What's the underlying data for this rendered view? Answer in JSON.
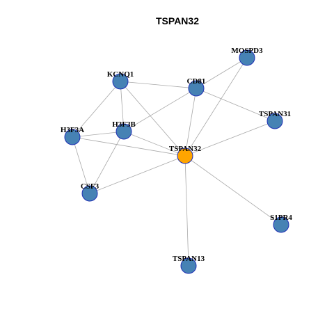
{
  "title": "TSPAN32",
  "colors": {
    "node_fill": "#4682b4",
    "center_fill": "#ffa500",
    "node_border": "#1f2fb5",
    "edge": "#a8a8a8"
  },
  "nodes": [
    {
      "id": "TSPAN32",
      "label": "TSPAN32",
      "center": true
    },
    {
      "id": "MOSPD3",
      "label": "MOSPD3"
    },
    {
      "id": "KCNQ1",
      "label": "KCNQ1"
    },
    {
      "id": "CD81",
      "label": "CD81"
    },
    {
      "id": "TSPAN31",
      "label": "TSPAN31"
    },
    {
      "id": "H3F3A",
      "label": "H3F3A"
    },
    {
      "id": "H3F3B",
      "label": "H3F3B"
    },
    {
      "id": "CSF3",
      "label": "CSF3"
    },
    {
      "id": "S1PR4",
      "label": "S1PR4"
    },
    {
      "id": "TSPAN13",
      "label": "TSPAN13"
    }
  ],
  "edges": [
    [
      "MOSPD3",
      "CD81"
    ],
    [
      "MOSPD3",
      "TSPAN32"
    ],
    [
      "KCNQ1",
      "CD81"
    ],
    [
      "KCNQ1",
      "H3F3A"
    ],
    [
      "KCNQ1",
      "H3F3B"
    ],
    [
      "KCNQ1",
      "TSPAN32"
    ],
    [
      "CD81",
      "TSPAN31"
    ],
    [
      "CD81",
      "H3F3B"
    ],
    [
      "CD81",
      "TSPAN32"
    ],
    [
      "TSPAN31",
      "TSPAN32"
    ],
    [
      "H3F3A",
      "H3F3B"
    ],
    [
      "H3F3A",
      "TSPAN32"
    ],
    [
      "H3F3A",
      "CSF3"
    ],
    [
      "H3F3B",
      "TSPAN32"
    ],
    [
      "H3F3B",
      "CSF3"
    ],
    [
      "CSF3",
      "TSPAN32"
    ],
    [
      "TSPAN32",
      "S1PR4"
    ],
    [
      "TSPAN32",
      "TSPAN13"
    ]
  ]
}
